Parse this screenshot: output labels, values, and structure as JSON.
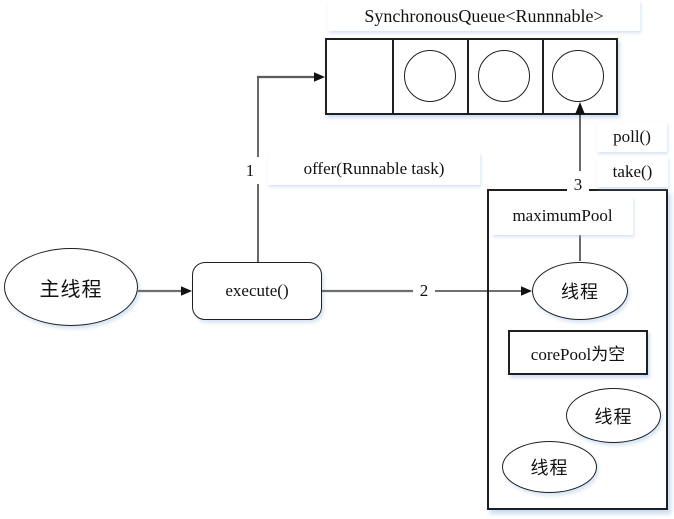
{
  "diagram": {
    "title": "SynchronousQueue<Runnnable>",
    "queue": {
      "cells": 4,
      "filled_cells": 3
    },
    "steps": {
      "one": "1",
      "two": "2",
      "three": "3"
    },
    "labels": {
      "offer": "offer(Runnable task)",
      "poll": "poll()",
      "take": "take()",
      "maximum_pool": "maximumPool",
      "core_pool_empty": "corePool为空"
    },
    "nodes": {
      "main_thread": "主线程",
      "execute": "execute()",
      "thread_a": "线程",
      "thread_b": "线程",
      "thread_c": "线程"
    },
    "colors": {
      "line_dark": "#1a1a1a",
      "line_gray": "#6e6e6e",
      "shadow_tint": "#9ec1e5"
    }
  }
}
